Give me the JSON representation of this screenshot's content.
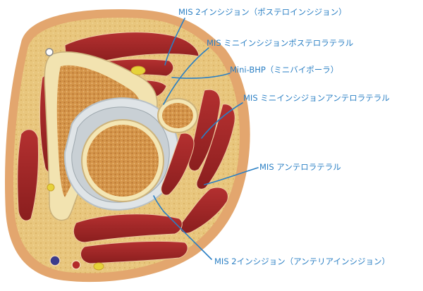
{
  "approach_labels": [
    "MIS 2インシジョン（ポステロインシジョン）",
    "MIS ミニインシジョンポステロラテラル",
    "Mini-BHP（ミニバイポーラ）",
    "MIS ミニインシジョンアンテロラテラル",
    "MIS アンテロラテラル",
    "MIS 2インシジョン（アンテリアインシジョン）"
  ],
  "colors": {
    "label_text": "#2a7fc4",
    "leader_line": "#2a7fc4",
    "skin": "#e2a873",
    "fat": "#e7c57c",
    "muscle": "#9e2424",
    "bone_cortex": "#f4e6b4",
    "bone_marrow": "#cf8f42",
    "fascia": "#d9dfe3"
  }
}
